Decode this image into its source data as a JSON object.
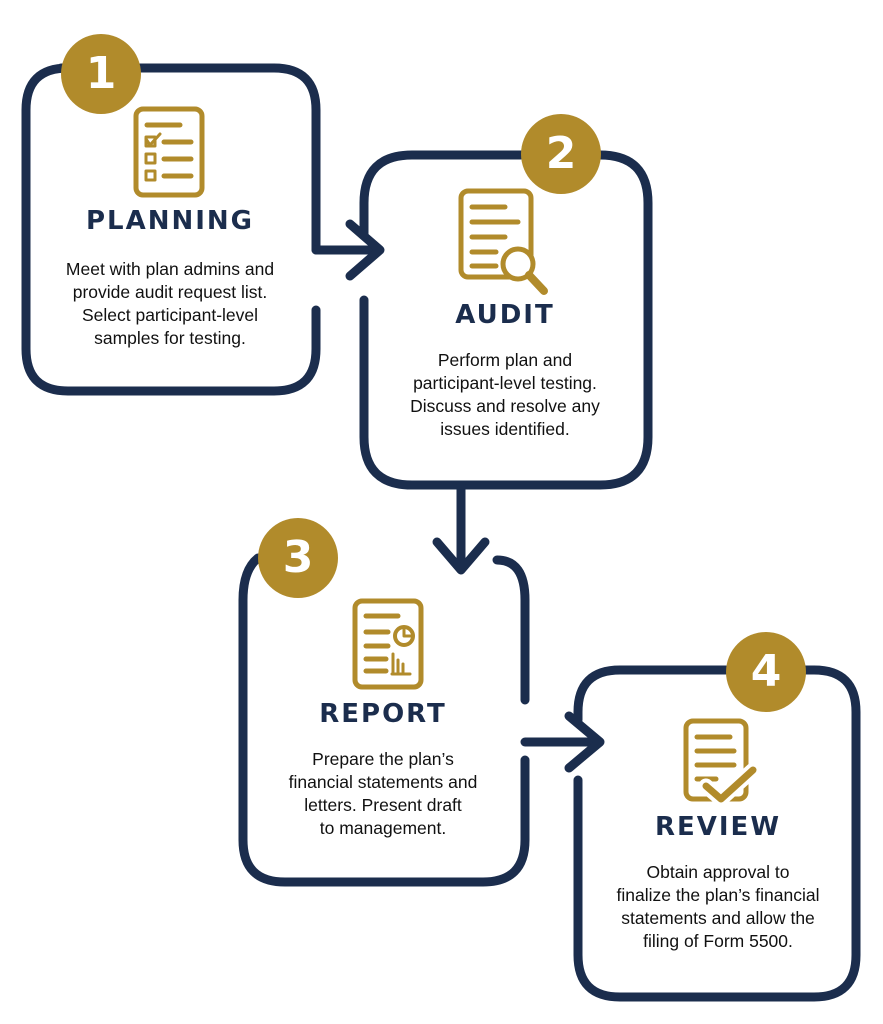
{
  "colors": {
    "navy": "#1b2d4d",
    "gold": "#b18b2b",
    "white": "#ffffff"
  },
  "steps": [
    {
      "number": "1",
      "title": "PLANNING",
      "description": "Meet with plan admins and\nprovide audit request list.\nSelect participant-level\nsamples for testing.",
      "icon": "checklist-icon"
    },
    {
      "number": "2",
      "title": "AUDIT",
      "description": "Perform plan and\nparticipant-level testing.\nDiscuss and resolve any\nissues identified.",
      "icon": "document-search-icon"
    },
    {
      "number": "3",
      "title": "REPORT",
      "description": "Prepare the plan’s\nfinancial statements and\nletters. Present draft\nto management.",
      "icon": "report-chart-icon"
    },
    {
      "number": "4",
      "title": "REVIEW",
      "description": "Obtain approval to\nfinalize the plan’s financial\nstatements and allow the\nfiling of Form 5500.",
      "icon": "document-check-icon"
    }
  ]
}
